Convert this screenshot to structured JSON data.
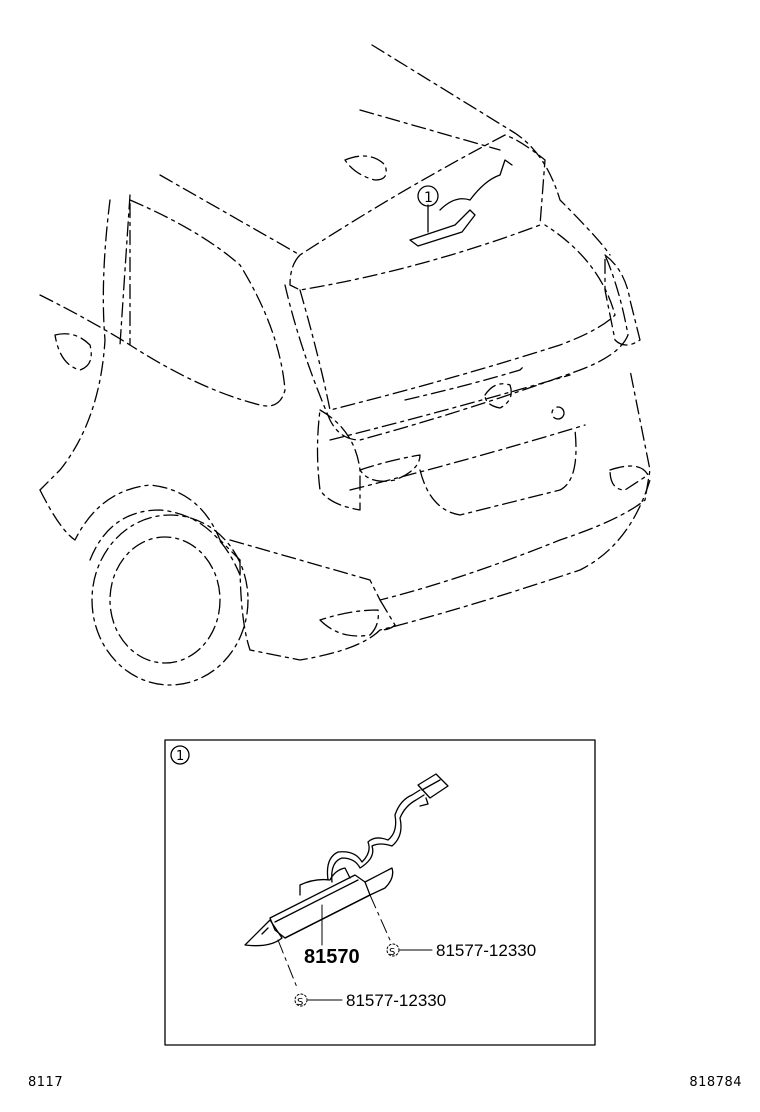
{
  "diagram": {
    "callout_marker": "1",
    "detail_box": {
      "callout_marker": "1",
      "main_part": "81570",
      "screw_part_1": "81577-12330",
      "screw_part_2": "81577-12330",
      "screw_symbol": "S"
    },
    "footer": {
      "left_code": "8117",
      "right_code": "818784"
    }
  }
}
